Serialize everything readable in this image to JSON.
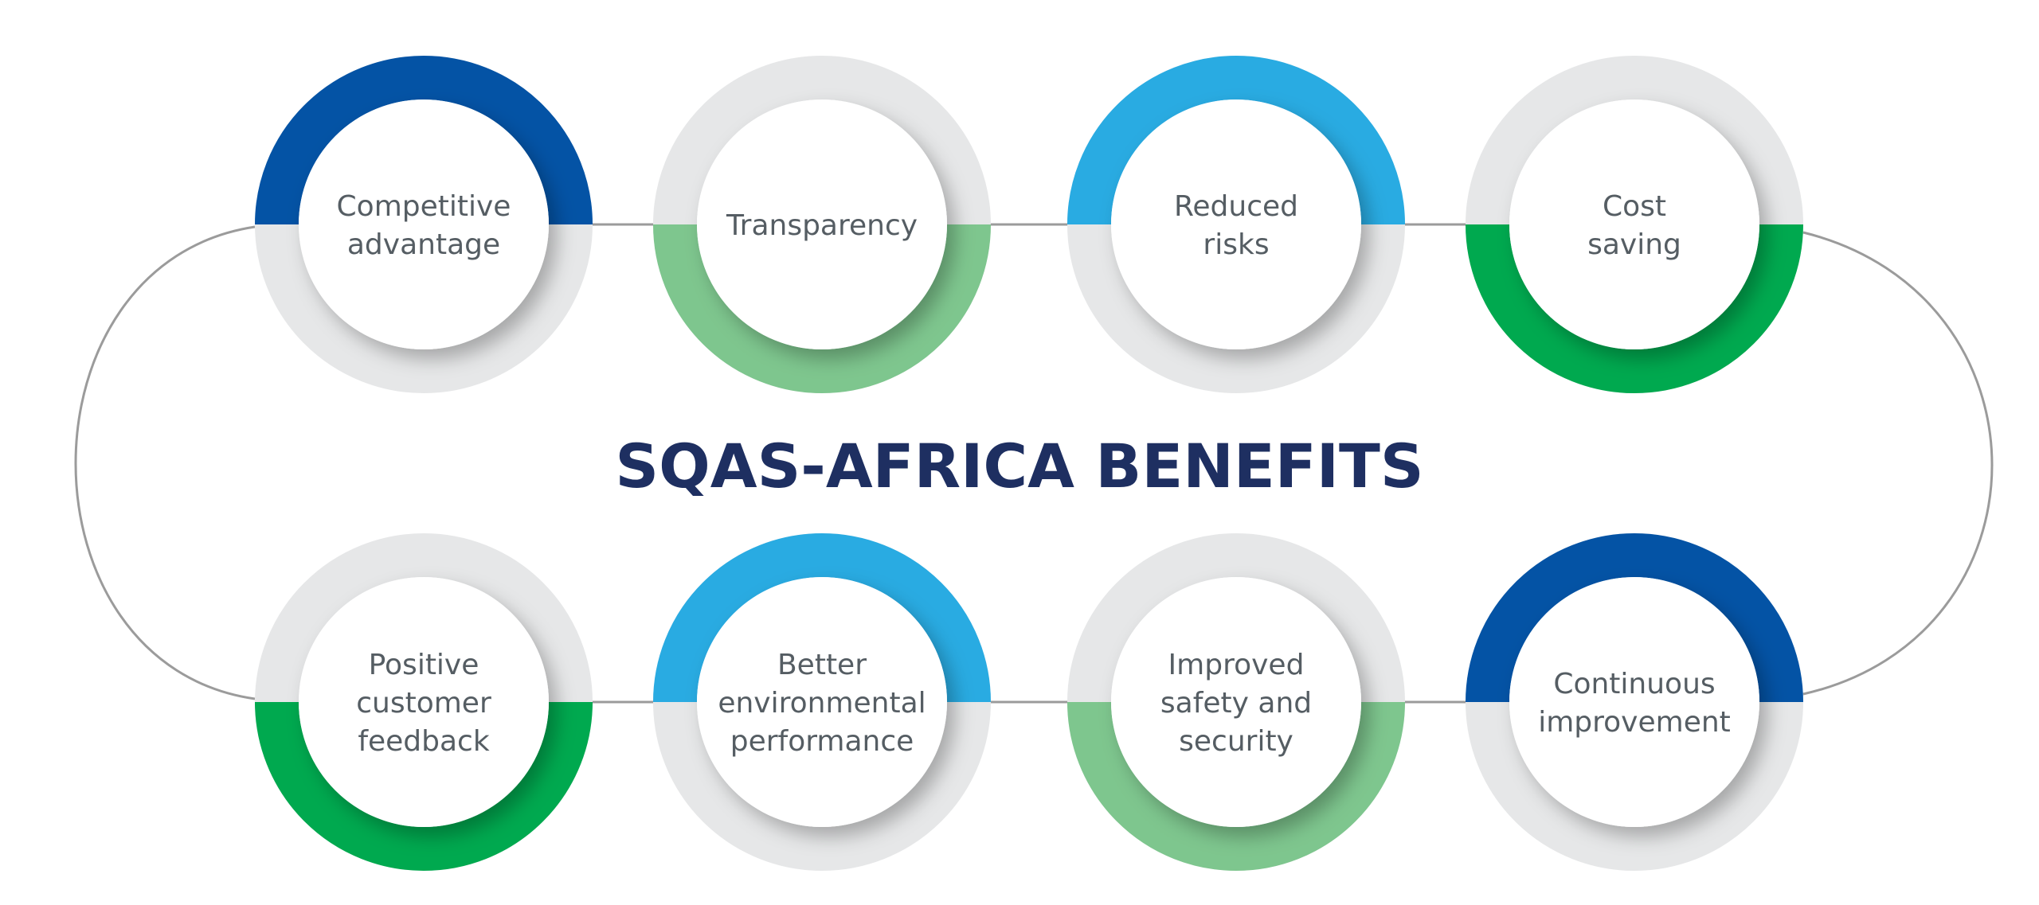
{
  "title": "SQAS-AFRICA BENEFITS",
  "colors": {
    "dark_blue": "#0453a5",
    "light_blue": "#29abe2",
    "green": "#00a94f",
    "light_green": "#7ec68e",
    "ring_grey": "#e6e7e8",
    "connector": "#9b9b9b",
    "title": "#1e2f61",
    "label": "#555d63"
  },
  "benefits": [
    {
      "lines": [
        "Competitive",
        "advantage"
      ],
      "accent": "dark_blue",
      "half": "top"
    },
    {
      "lines": [
        "Transparency"
      ],
      "accent": "light_green",
      "half": "bottom"
    },
    {
      "lines": [
        "Reduced",
        "risks"
      ],
      "accent": "light_blue",
      "half": "top"
    },
    {
      "lines": [
        "Cost",
        "saving"
      ],
      "accent": "green",
      "half": "bottom"
    },
    {
      "lines": [
        "Positive",
        "customer",
        "feedback"
      ],
      "accent": "green",
      "half": "bottom"
    },
    {
      "lines": [
        "Better",
        "environmental",
        "performance"
      ],
      "accent": "light_blue",
      "half": "top"
    },
    {
      "lines": [
        "Improved",
        "safety and",
        "security"
      ],
      "accent": "light_green",
      "half": "bottom"
    },
    {
      "lines": [
        "Continuous",
        "improvement"
      ],
      "accent": "dark_blue",
      "half": "top"
    }
  ]
}
